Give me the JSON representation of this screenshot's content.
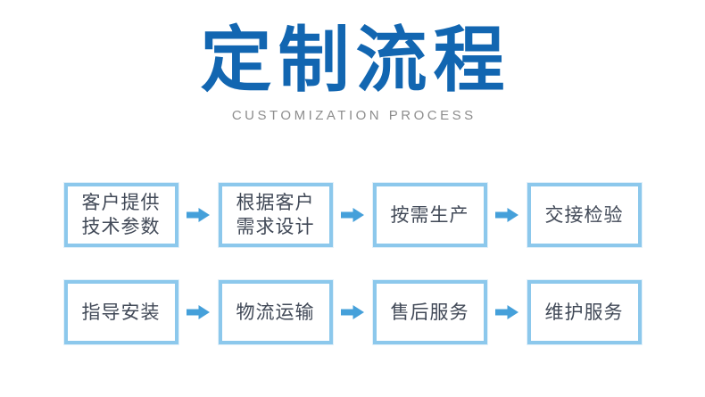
{
  "title": "定制流程",
  "subtitle": "CUSTOMIZATION PROCESS",
  "colors": {
    "background": "#ffffff",
    "title_blue": "#1266b1",
    "subtitle_gray": "#8d8d8d",
    "box_border_blue": "#8cc8ec",
    "box_text": "#414957",
    "arrow_blue": "#45a0da"
  },
  "flow": {
    "rows": [
      {
        "steps": [
          "客户提供\n技术参数",
          "根据客户\n需求设计",
          "按需生产",
          "交接检验"
        ]
      },
      {
        "steps": [
          "指导安装",
          "物流运输",
          "售后服务",
          "维护服务"
        ]
      }
    ]
  }
}
